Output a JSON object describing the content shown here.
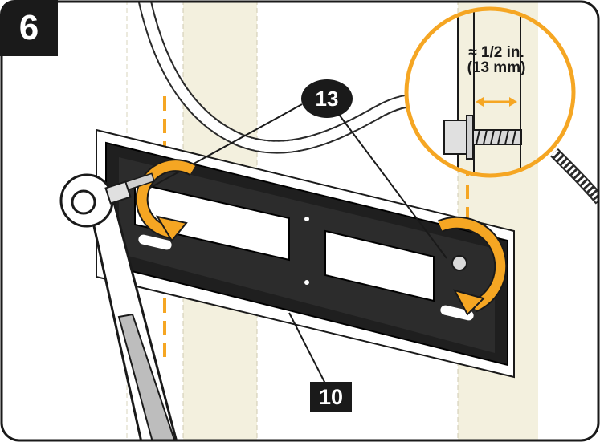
{
  "step": {
    "number": "6"
  },
  "callouts": {
    "mount_plate_label": "10",
    "screw_label": "13"
  },
  "detail": {
    "approx_line": "≈ 1/2 in.",
    "metric_line": "(13 mm)"
  },
  "colors": {
    "accent_orange": "#F5A623",
    "stud": "#F3F0DE",
    "plate": "#1F1F1F",
    "outline": "#1A1A1A"
  },
  "icons": [
    "rotate-clockwise-icon",
    "double-arrow-icon"
  ]
}
